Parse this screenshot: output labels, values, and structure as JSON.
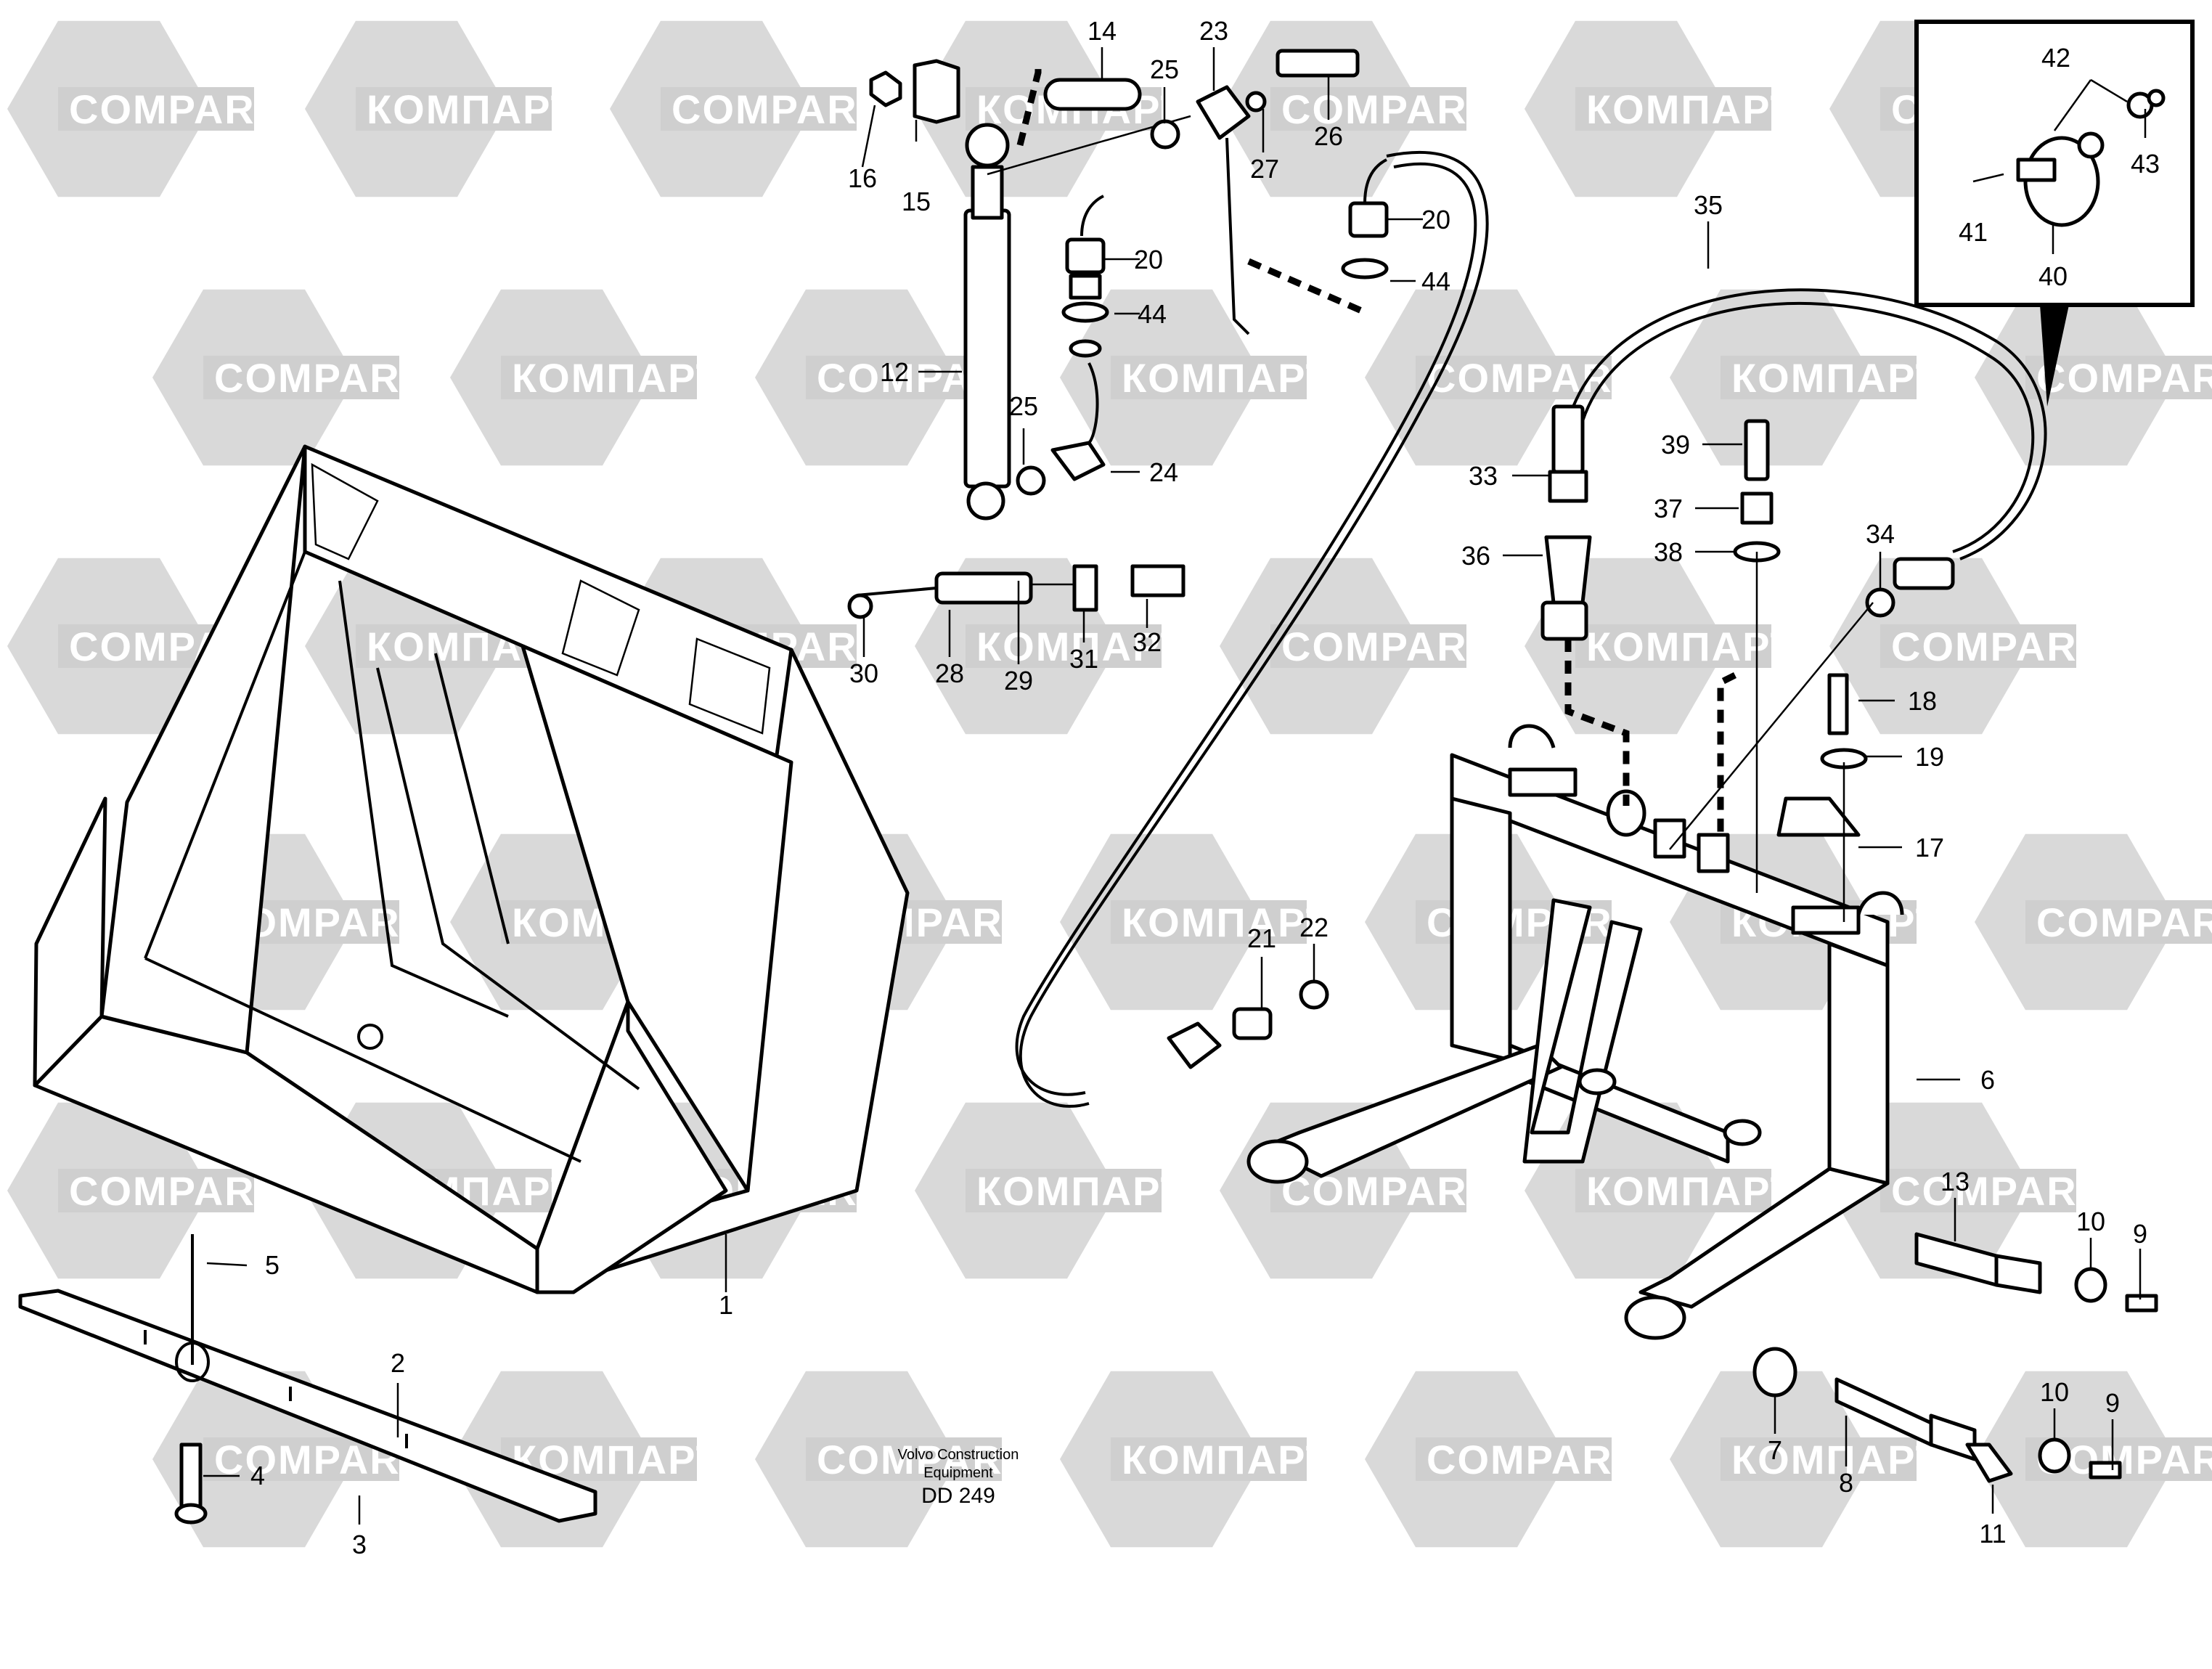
{
  "watermark": {
    "latin": "COMPART",
    "cyrillic": "КОМПАРТ"
  },
  "footer": {
    "maker_line1": "Volvo Construction",
    "maker_line2": "Equipment",
    "diagram_code": "DD 249"
  },
  "callouts": [
    "1",
    "2",
    "3",
    "4",
    "5",
    "6",
    "7",
    "8",
    "9",
    "9",
    "10",
    "10",
    "11",
    "12",
    "13",
    "14",
    "15",
    "16",
    "17",
    "18",
    "19",
    "20",
    "20",
    "21",
    "22",
    "23",
    "24",
    "25",
    "25",
    "26",
    "27",
    "28",
    "29",
    "30",
    "31",
    "32",
    "33",
    "34",
    "35",
    "36",
    "37",
    "38",
    "39",
    "40",
    "41",
    "42",
    "43",
    "44",
    "44"
  ]
}
